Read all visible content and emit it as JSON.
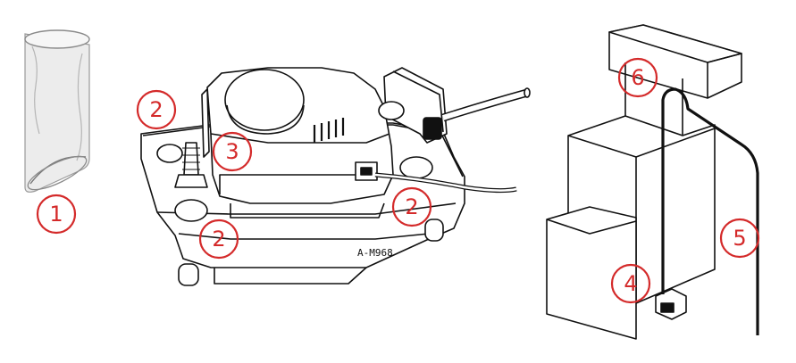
{
  "colors": {
    "callout": "#d42a2a",
    "line": "#111111",
    "tube_shade": "#c8c8c8"
  },
  "model_label": "A-M968",
  "callouts": [
    {
      "id": "c1",
      "number": "1"
    },
    {
      "id": "c2a",
      "number": "2"
    },
    {
      "id": "c3",
      "number": "3"
    },
    {
      "id": "c2b",
      "number": "2"
    },
    {
      "id": "c2c",
      "number": "2"
    },
    {
      "id": "c6",
      "number": "6"
    },
    {
      "id": "c5",
      "number": "5"
    },
    {
      "id": "c4",
      "number": "4"
    }
  ]
}
